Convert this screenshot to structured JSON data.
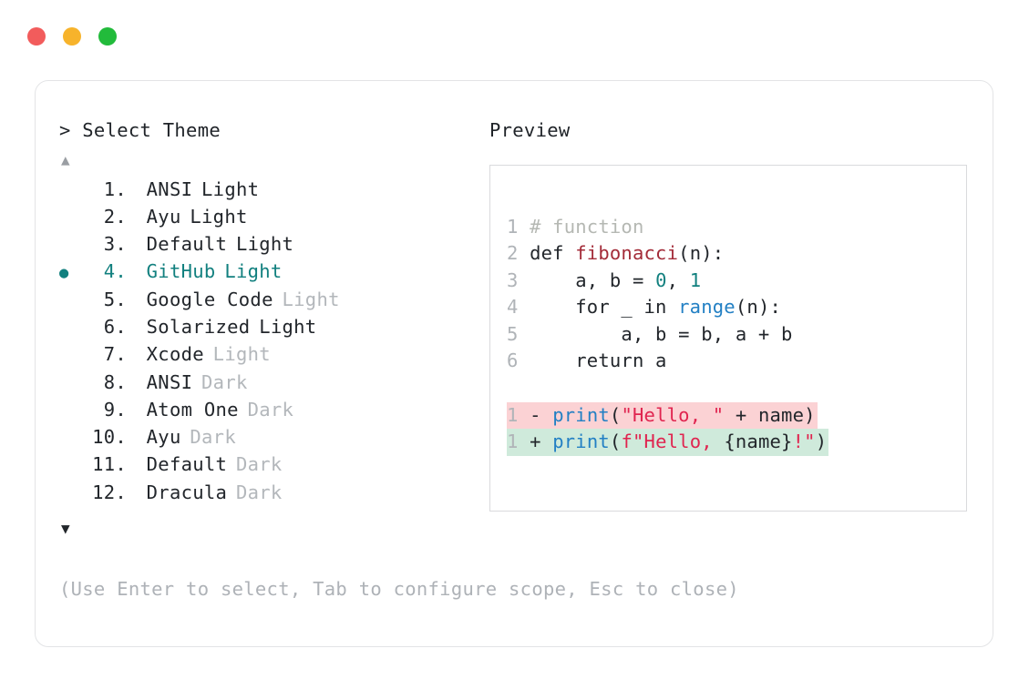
{
  "window": {
    "traffic_lights": [
      {
        "name": "close-dot",
        "color": "#f25c5c"
      },
      {
        "name": "minimize-dot",
        "color": "#f7b32b"
      },
      {
        "name": "maximize-dot",
        "color": "#22bb3b"
      }
    ]
  },
  "left_panel": {
    "prompt": "> Select Theme",
    "scroll_up": "▲",
    "scroll_down": "▼",
    "selected_index": 4,
    "selected_bullet": "●",
    "accent_color": "#12807f",
    "items": [
      {
        "num": "1.",
        "name": "ANSI",
        "suffix": "Light",
        "suffix_muted": false,
        "selected": false
      },
      {
        "num": "2.",
        "name": "Ayu",
        "suffix": "Light",
        "suffix_muted": false,
        "selected": false
      },
      {
        "num": "3.",
        "name": "Default",
        "suffix": "Light",
        "suffix_muted": false,
        "selected": false
      },
      {
        "num": "4.",
        "name": "GitHub",
        "suffix": "Light",
        "suffix_muted": false,
        "selected": true
      },
      {
        "num": "5.",
        "name": "Google Code",
        "suffix": "Light",
        "suffix_muted": true,
        "selected": false
      },
      {
        "num": "6.",
        "name": "Solarized",
        "suffix": "Light",
        "suffix_muted": false,
        "selected": false
      },
      {
        "num": "7.",
        "name": "Xcode",
        "suffix": "Light",
        "suffix_muted": true,
        "selected": false
      },
      {
        "num": "8.",
        "name": "ANSI",
        "suffix": "Dark",
        "suffix_muted": true,
        "selected": false
      },
      {
        "num": "9.",
        "name": "Atom One",
        "suffix": "Dark",
        "suffix_muted": true,
        "selected": false
      },
      {
        "num": "10.",
        "name": "Ayu",
        "suffix": "Dark",
        "suffix_muted": true,
        "selected": false
      },
      {
        "num": "11.",
        "name": "Default",
        "suffix": "Dark",
        "suffix_muted": true,
        "selected": false
      },
      {
        "num": "12.",
        "name": "Dracula",
        "suffix": "Dark",
        "suffix_muted": true,
        "selected": false
      }
    ],
    "hint": "(Use Enter to select, Tab to configure scope, Esc to close)"
  },
  "right_panel": {
    "title": "Preview",
    "code": {
      "lines": [
        {
          "number": "1",
          "text": "# function"
        },
        {
          "number": "2",
          "text": "def fibonacci(n):"
        },
        {
          "number": "3",
          "text": "    a, b = 0, 1"
        },
        {
          "number": "4",
          "text": "    for _ in range(n):"
        },
        {
          "number": "5",
          "text": "        a, b = b, a + b"
        },
        {
          "number": "6",
          "text": "    return a"
        }
      ],
      "diff": [
        {
          "number": "1",
          "marker": "-",
          "text": "print(\"Hello, \" + name)",
          "kind": "del",
          "background": "#fbd2d4"
        },
        {
          "number": "1",
          "marker": "+",
          "text": "print(f\"Hello, {name}!\")",
          "kind": "add",
          "background": "#cfeadb"
        }
      ]
    }
  }
}
